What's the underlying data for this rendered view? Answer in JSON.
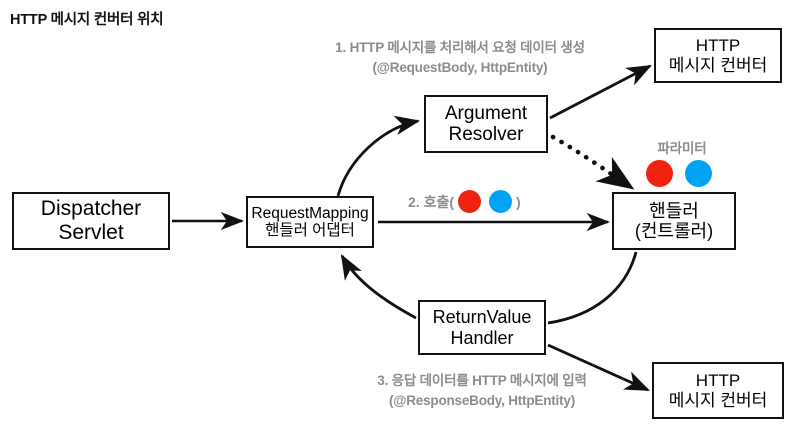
{
  "title": "HTTP 메시지 컨버터 위치",
  "colors": {
    "red": "#ee2211",
    "blue": "#00a2f3",
    "annotation_gray": "#8c8c8c",
    "stroke": "#111111",
    "background": "#ffffff"
  },
  "nodes": {
    "dispatcher_servlet": {
      "line1": "Dispatcher",
      "line2": "Servlet"
    },
    "request_mapping_handler_adapter": {
      "line1": "RequestMapping",
      "line2": "핸들러 어댑터"
    },
    "argument_resolver": {
      "line1": "Argument",
      "line2": "Resolver"
    },
    "handler": {
      "line1": "핸들러",
      "line2": "(컨트롤러)"
    },
    "return_value_handler": {
      "line1": "ReturnValue",
      "line2": "Handler"
    },
    "http_message_converter_top": {
      "line1": "HTTP",
      "line2": "메시지 컨버터"
    },
    "http_message_converter_bottom": {
      "line1": "HTTP",
      "line2": "메시지 컨버터"
    }
  },
  "annotations": {
    "step1": {
      "line1": "1. HTTP 메시지를 처리해서 요청 데이터 생성",
      "line2": "(@RequestBody, HttpEntity)"
    },
    "step2": {
      "prefix": "2. 호출(",
      "suffix": ")"
    },
    "step3": {
      "line1": "3. 응답 데이터를 HTTP 메시지에 입력",
      "line2": "(@ResponseBody, HttpEntity)"
    },
    "parameter_label": "파라미터"
  }
}
